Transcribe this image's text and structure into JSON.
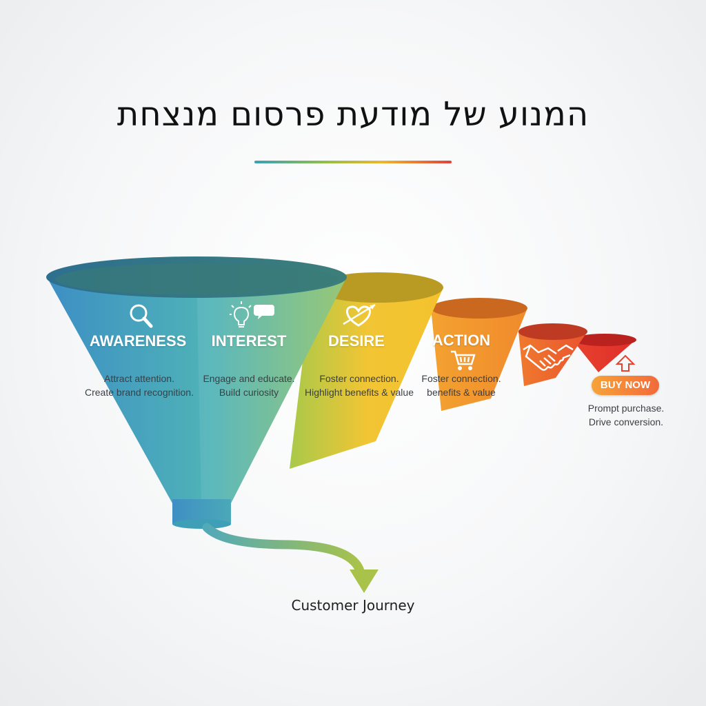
{
  "title": "המנוע של מודעת פרסום מנצחת",
  "stages": [
    {
      "label": "AWARENESS",
      "icon": "magnifier-icon",
      "desc": [
        "Attract attention.",
        "Create brand recognition."
      ]
    },
    {
      "label": "INTEREST",
      "icon": "lightbulb-chat-icon",
      "desc": [
        "Engage and educate.",
        "Build curiosity"
      ]
    },
    {
      "label": "DESIRE",
      "icon": "heart-arrow-icon",
      "desc": [
        "Foster connection.",
        "Highlight benefits & value"
      ]
    },
    {
      "label": "ACTION",
      "icon": "shopping-cart-icon",
      "desc": [
        "Foster connection.",
        "benefits & value"
      ]
    },
    {
      "label": "",
      "icon": "handshake-icon",
      "desc": []
    },
    {
      "label": "BUY NOW",
      "icon": "arrow-up-icon",
      "desc": [
        "Prompt purchase.",
        "Drive conversion."
      ]
    }
  ],
  "footer": {
    "journey_label": "Customer Journey"
  },
  "colors": {
    "blue": "#3a8fc2",
    "green": "#9cc64a",
    "yellow": "#f3c430",
    "orange": "#f08a2c",
    "red": "#e2352c"
  }
}
